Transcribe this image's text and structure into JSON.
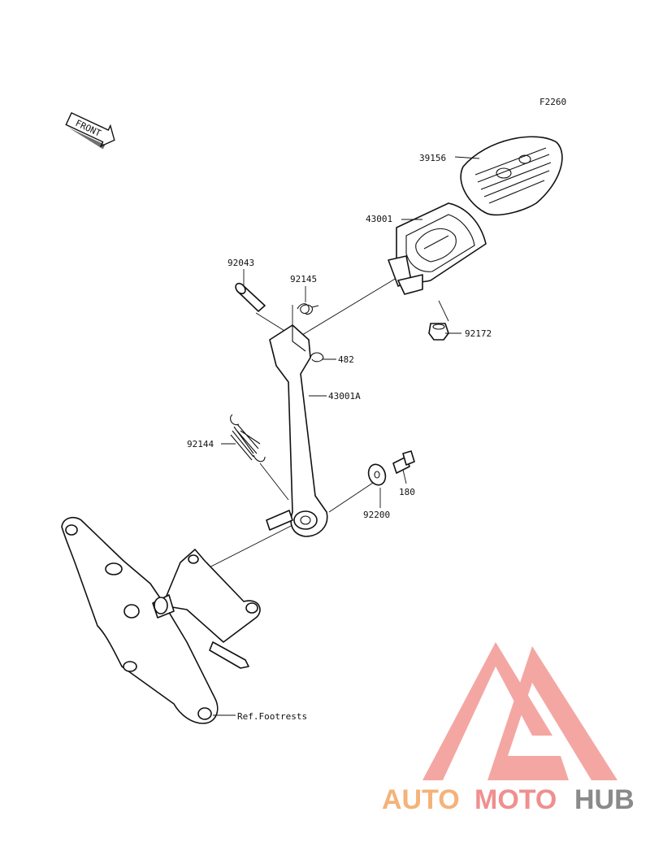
{
  "figure_code": "F2260",
  "front_label": "FRONT",
  "parts": [
    {
      "id": "p39156",
      "number": "39156"
    },
    {
      "id": "p43001",
      "number": "43001"
    },
    {
      "id": "p92043",
      "number": "92043"
    },
    {
      "id": "p92145",
      "number": "92145"
    },
    {
      "id": "p92172",
      "number": "92172"
    },
    {
      "id": "p482",
      "number": "482"
    },
    {
      "id": "p43001A",
      "number": "43001A"
    },
    {
      "id": "p92144",
      "number": "92144"
    },
    {
      "id": "p180",
      "number": "180"
    },
    {
      "id": "p92200",
      "number": "92200"
    }
  ],
  "reference_label": "Ref.Footrests",
  "watermark": {
    "auto": "AUTO",
    "moto": "MOTO",
    "hub": "HUB",
    "colors": {
      "auto": "#f5b27a",
      "moto": "#f08f8f",
      "hub": "#8a8a8a",
      "logo": "#f4a7a2"
    }
  }
}
